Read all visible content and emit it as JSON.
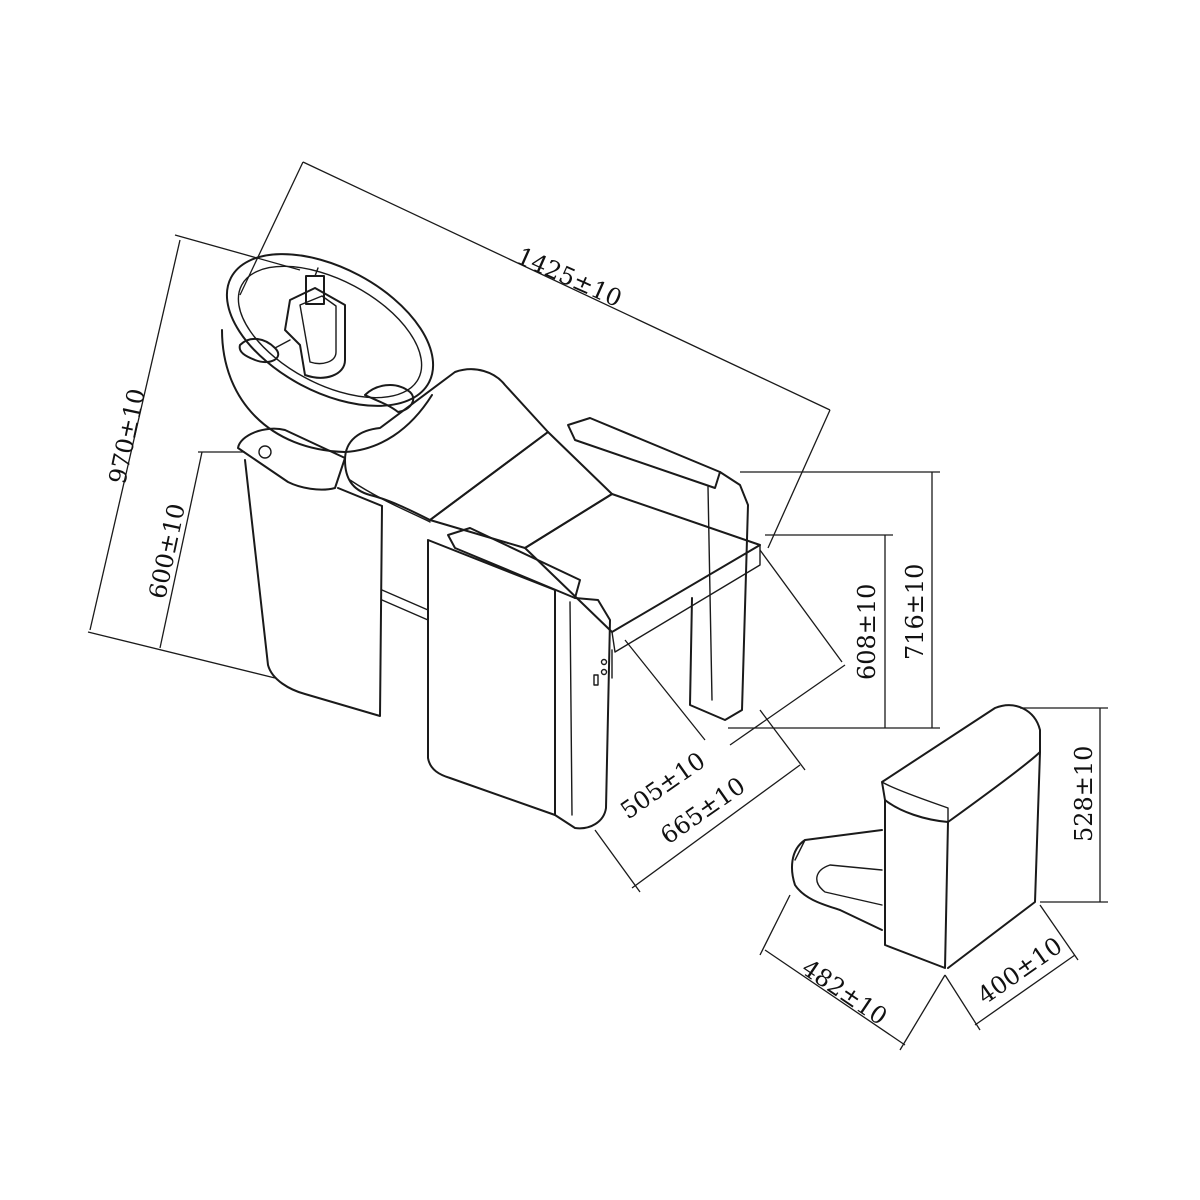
{
  "dimensions": {
    "overall_length": "1425±10",
    "overall_height": "970±10",
    "bowl_height": "600±10",
    "armrest_height": "716±10",
    "seat_height": "608±10",
    "seat_depth": "505±10",
    "chair_width": "665±10",
    "stool_height": "528±10",
    "stool_length": "482±10",
    "stool_width": "400±10"
  }
}
